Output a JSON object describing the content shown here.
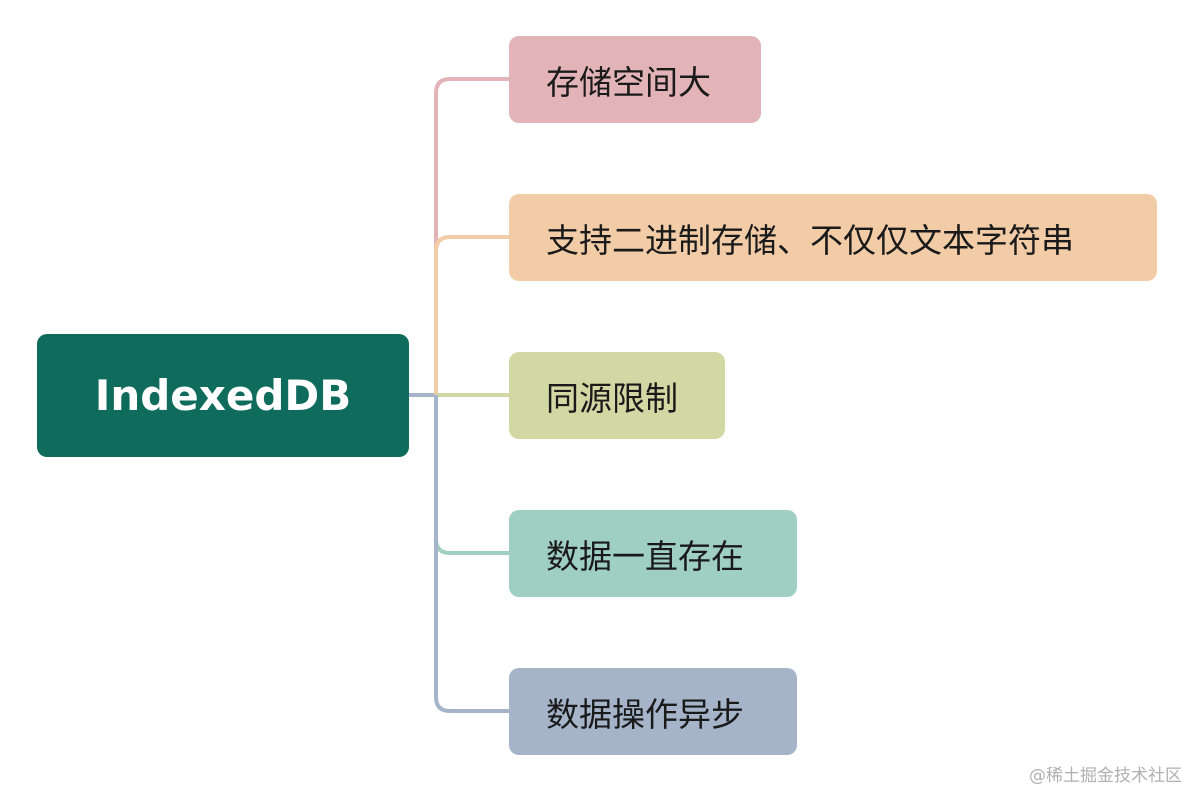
{
  "root": {
    "label": "IndexedDB",
    "color": "#0f6b5c"
  },
  "branches": [
    {
      "label": "存储空间大",
      "color": "#e2b4b7",
      "line_color": "#e2b4b7"
    },
    {
      "label": "支持二进制存储、不仅仅文本字符串",
      "color": "#f1cca7",
      "line_color": "#f1cca7"
    },
    {
      "label": "同源限制",
      "color": "#d1d8a4",
      "line_color": "#d1d8a4"
    },
    {
      "label": "数据一直存在",
      "color": "#9fcfc1",
      "line_color": "#9fcfc1"
    },
    {
      "label": "数据操作异步",
      "color": "#a5b4c9",
      "line_color": "#a5b4c9"
    }
  ],
  "watermark": "@稀土掘金技术社区"
}
